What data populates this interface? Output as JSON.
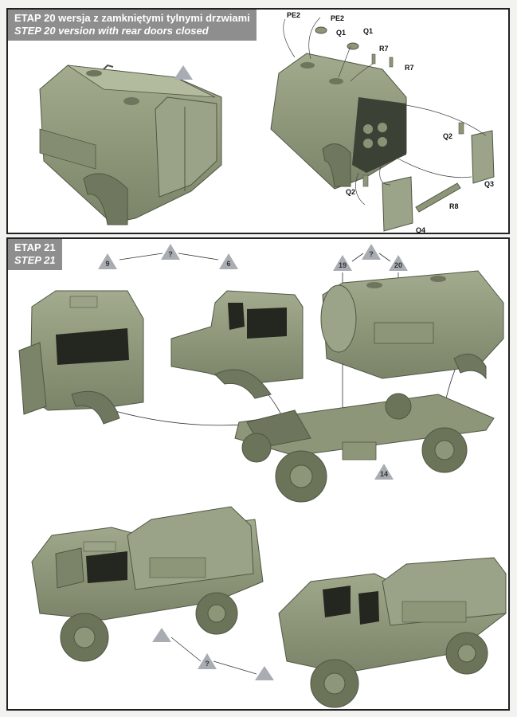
{
  "step20": {
    "title_pl": "ETAP 20 wersja z zamkniętymi tylnymi drzwiami",
    "title_en": "STEP 20 version with rear doors closed",
    "parts": [
      "PE2",
      "PE2",
      "Q1",
      "Q1",
      "R7",
      "R7",
      "Q2",
      "Q3",
      "Q2",
      "R8",
      "Q4"
    ]
  },
  "step21": {
    "title_pl": "ETAP 21",
    "title_en": "STEP 21",
    "refs": [
      "9",
      "?",
      "6",
      "19",
      "?",
      "20",
      "14",
      "?"
    ]
  },
  "colors": {
    "model": "#8d9679",
    "model_dark": "#5f6752",
    "model_light": "#aeb69b",
    "header": "#8e8e8e",
    "triangle": "#a9adb3"
  }
}
